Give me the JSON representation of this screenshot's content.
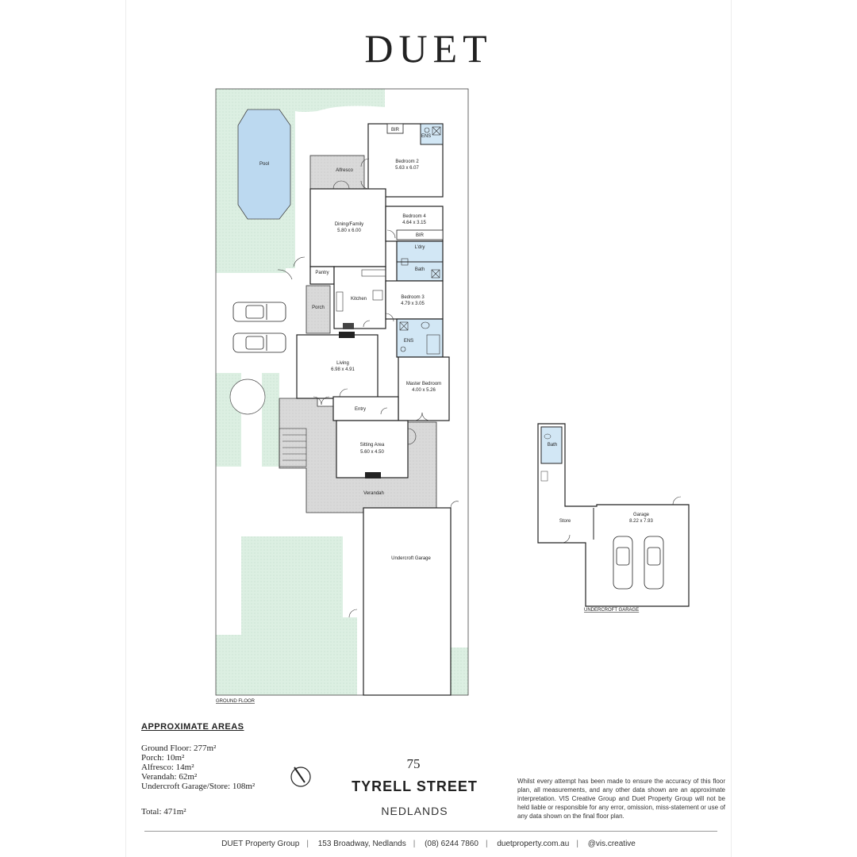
{
  "brand": "DUET",
  "plan": {
    "rooms": {
      "pool": "Pool",
      "alfresco": "Alfresco",
      "bir_top": "BIR",
      "ens_top": "ENS",
      "bedroom2": "Bedroom 2",
      "bedroom2_size": "5.63 x 6.07",
      "dining": "Dining/Family",
      "dining_size": "5.80 x 6.00",
      "bedroom4": "Bedroom 4",
      "bedroom4_size": "4.64 x 3.15",
      "bir_mid": "BIR",
      "laundry": "L'dry",
      "bath": "Bath",
      "pantry": "Pantry",
      "kitchen": "Kitchen",
      "porch": "Porch",
      "bedroom3": "Bedroom 3",
      "bedroom3_size": "4.79 x 3.05",
      "ens_low": "ENS",
      "living": "Living",
      "living_size": "6.98 x 4.91",
      "master": "Master Bedroom",
      "master_size": "4.00 x 5.26",
      "entry": "Entry",
      "sitting": "Sitting Area",
      "sitting_size": "5.60 x 4.50",
      "verandah": "Verandah",
      "undercroft": "Undercroft Garage",
      "bath2": "Bath",
      "store": "Store",
      "garage": "Garage",
      "garage_size": "8.22 x 7.93"
    },
    "ground_floor_caption": "GROUND FLOOR",
    "undercroft_caption": "UNDERCROFT GARAGE",
    "colors": {
      "landscape": "#dcefe2",
      "pool": "#bcd9f0",
      "wet": "#d2e7f5",
      "outdoor": "#d9d9d9"
    }
  },
  "areas": {
    "heading": "APPROXIMATE AREAS",
    "lines": [
      "Ground Floor: 277m²",
      "Porch: 10m²",
      "Alfresco: 14m²",
      "Verandah: 62m²",
      "Undercroft Garage/Store: 108m²"
    ],
    "total": "Total: 471m²"
  },
  "address": {
    "number": "75",
    "street": "TYRELL STREET",
    "suburb": "NEDLANDS"
  },
  "disclaimer": "Whilst every attempt has been made to ensure the accuracy of this floor plan, all measurements, and any other data shown are an approximate interpretation. VIS Creative Group and Duet Property Group will not be held liable or responsible for any error, omission, miss-statement or use of any data shown on the final floor plan.",
  "footer": [
    "DUET Property Group",
    "153 Broadway, Nedlands",
    "(08) 6244 7860",
    "duetproperty.com.au",
    "@vis.creative"
  ],
  "icons": [
    "compass-icon",
    "car-icon"
  ]
}
